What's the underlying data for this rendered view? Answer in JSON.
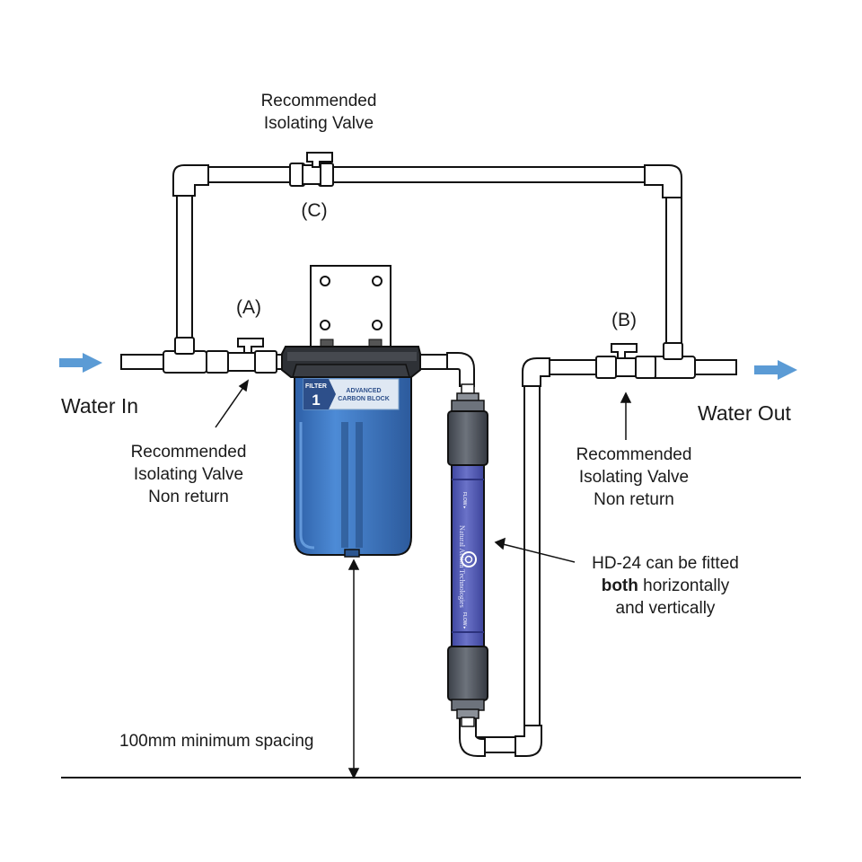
{
  "labels": {
    "top_valve_line1": "Recommended",
    "top_valve_line2": "Isolating Valve",
    "tag_c": "(C)",
    "tag_a": "(A)",
    "tag_b": "(B)",
    "water_in": "Water In",
    "water_out": "Water Out",
    "left_valve_line1": "Recommended",
    "left_valve_line2": "Isolating Valve",
    "left_valve_line3": "Non return",
    "right_valve_line1": "Recommended",
    "right_valve_line2": "Isolating Valve",
    "right_valve_line3": "Non return",
    "hd_line1": "HD-24 can be fitted",
    "hd_line2_bold": "both",
    "hd_line2_rest": " horizontally",
    "hd_line3": "and vertically",
    "spacing": "100mm minimum spacing"
  },
  "filter_label": {
    "filter_word": "FILTER",
    "filter_number": "1",
    "product_line1": "ADVANCED",
    "product_line2": "CARBON BLOCK"
  },
  "unit_text": {
    "brand": "Natural Action Technologies",
    "flow_top": "FLOW ▸",
    "flow_bottom": "FLOW ▸"
  },
  "colors": {
    "flow_arrow": "#5b9bd5",
    "filter_bowl": "#3f78c2",
    "unit_body": "#5a62b8",
    "pipe_fill": "#ffffff",
    "outline": "#111111"
  }
}
